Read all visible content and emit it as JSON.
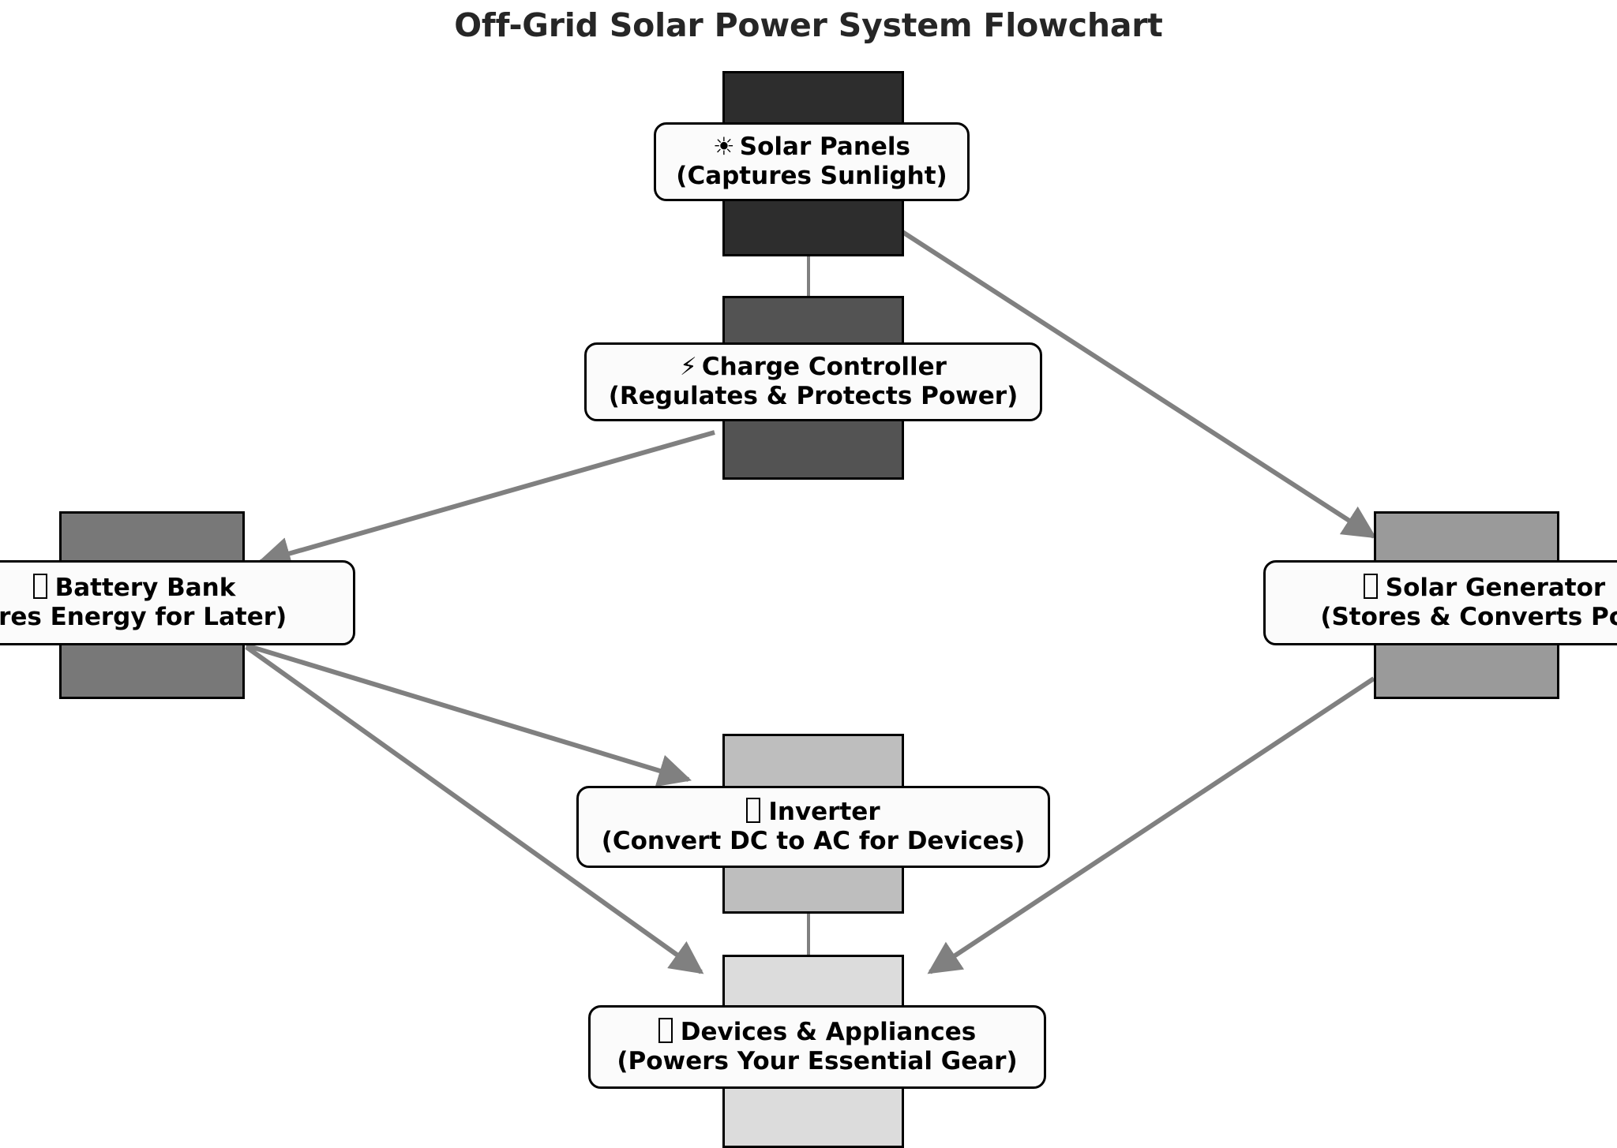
{
  "title": "Off-Grid Solar Power System Flowchart",
  "theme": {
    "background": "#ffffff",
    "title_color": "#262626",
    "edge_color": "#808080",
    "label_fill": "#fbfbfb",
    "outline": "#000000"
  },
  "nodes": [
    {
      "id": "solar-panels",
      "line1": "Solar Panels",
      "line2": "(Captures Sunlight)",
      "icon": "sun-icon",
      "icon_glyph": "☀",
      "icon_renders": true,
      "fill": "#2d2d2d",
      "clipped": false
    },
    {
      "id": "charge-controller",
      "line1": "Charge Controller",
      "line2": "(Regulates & Protects Power)",
      "icon": "lightning-bolt-icon",
      "icon_glyph": "⚡",
      "icon_renders": true,
      "fill": "#535353",
      "clipped": false
    },
    {
      "id": "battery-bank",
      "line1": "Battery Bank",
      "line2": "ores Energy for Later)",
      "line2_full": "(Stores Energy for Later)",
      "icon": "battery-icon",
      "icon_glyph": "",
      "icon_renders": false,
      "fill": "#787878",
      "clipped": true,
      "clipped_side": "left"
    },
    {
      "id": "solar-generator",
      "line1": "Solar Generator",
      "line2": "(Stores & Converts Pow",
      "line2_full": "(Stores & Converts Power)",
      "icon": "plug-icon",
      "icon_glyph": "",
      "icon_renders": false,
      "fill": "#9a9a9a",
      "clipped": true,
      "clipped_side": "right"
    },
    {
      "id": "inverter",
      "line1": "Inverter",
      "line2": "(Convert DC to AC for Devices)",
      "icon": "power-icon",
      "icon_glyph": "",
      "icon_renders": false,
      "fill": "#bebebe",
      "clipped": false
    },
    {
      "id": "devices-appliances",
      "line1": "Devices & Appliances",
      "line2": "(Powers Your Essential Gear)",
      "icon": "lightbulb-icon",
      "icon_glyph": "",
      "icon_renders": false,
      "fill": "#dcdcdc",
      "clipped": false
    }
  ],
  "edges": [
    {
      "id": "panels-to-controller",
      "from": "solar-panels",
      "to": "charge-controller",
      "arrowhead": false
    },
    {
      "id": "panels-to-generator",
      "from": "solar-panels",
      "to": "solar-generator",
      "arrowhead": true
    },
    {
      "id": "controller-to-battery",
      "from": "charge-controller",
      "to": "battery-bank",
      "arrowhead": true
    },
    {
      "id": "battery-to-inverter",
      "from": "battery-bank",
      "to": "inverter",
      "arrowhead": true
    },
    {
      "id": "battery-to-devices",
      "from": "battery-bank",
      "to": "devices-appliances",
      "arrowhead": true
    },
    {
      "id": "generator-to-devices",
      "from": "solar-generator",
      "to": "devices-appliances",
      "arrowhead": true
    },
    {
      "id": "inverter-to-devices",
      "from": "inverter",
      "to": "devices-appliances",
      "arrowhead": false
    }
  ]
}
